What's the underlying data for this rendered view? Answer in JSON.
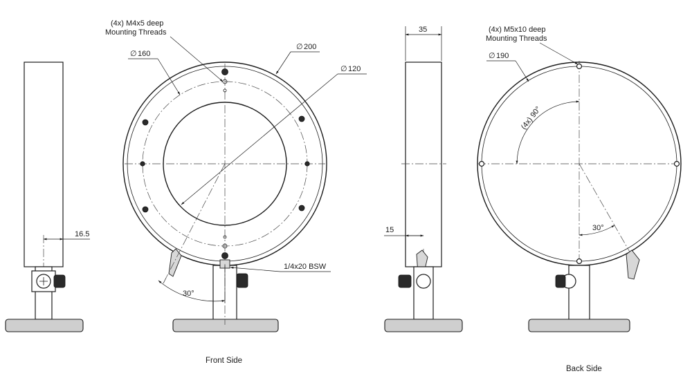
{
  "views": {
    "front_title": "Front Side",
    "back_title": "Back Side"
  },
  "front": {
    "thread_note_line1": "(4x) M4x5 deep",
    "thread_note_line2": "Mounting Threads",
    "dia_160": "160",
    "dia_200": "200",
    "dia_120": "120",
    "post_thread": "1/4x20 BSW",
    "angle_30": "30°"
  },
  "left_side": {
    "offset_16_5": "16.5"
  },
  "right_side": {
    "width_35": "35",
    "offset_15": "15"
  },
  "back": {
    "thread_note_line1": "(4x) M5x10 deep",
    "thread_note_line2": "Mounting Threads",
    "dia_190": "190",
    "angle_90": "(4x) 90°",
    "angle_30": "30°"
  },
  "symbols": {
    "diameter": "∅"
  }
}
